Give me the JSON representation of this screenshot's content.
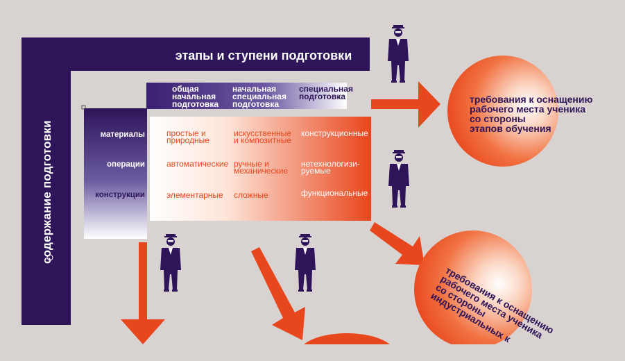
{
  "diagram": {
    "header_title": "этапы и ступени подготовки",
    "vertical_title": "содержание подготовки",
    "stages": [
      {
        "label": "общая\nначальная\nподготовка"
      },
      {
        "label": "начальная\nспециальная\nподготовка"
      },
      {
        "label": "специальная\nподготовка"
      }
    ],
    "rows": [
      {
        "label": "материалы",
        "cells": [
          "простые и\nприродные",
          "искусственные\nи композитные",
          "конструкционные"
        ]
      },
      {
        "label": "операции",
        "cells": [
          "автоматические",
          "ручные и\nмеханические",
          "нетехнологизи-\nруемые"
        ]
      },
      {
        "label": "конструкции",
        "cells": [
          "элементарные",
          "сложные",
          "функциональные"
        ]
      }
    ],
    "circles": [
      {
        "text": "требования к оснащению\nрабочего места ученика\nсо стороны\nэтапов обучения"
      },
      {
        "text": "требования к оснащению\nрабочего места ученика\nсо стороны\nиндустриальных к"
      }
    ],
    "colors": {
      "frame": "#2e155a",
      "accent": "#e8461c",
      "background": "#d8d2d0"
    },
    "icons": [
      "person-icon"
    ]
  }
}
